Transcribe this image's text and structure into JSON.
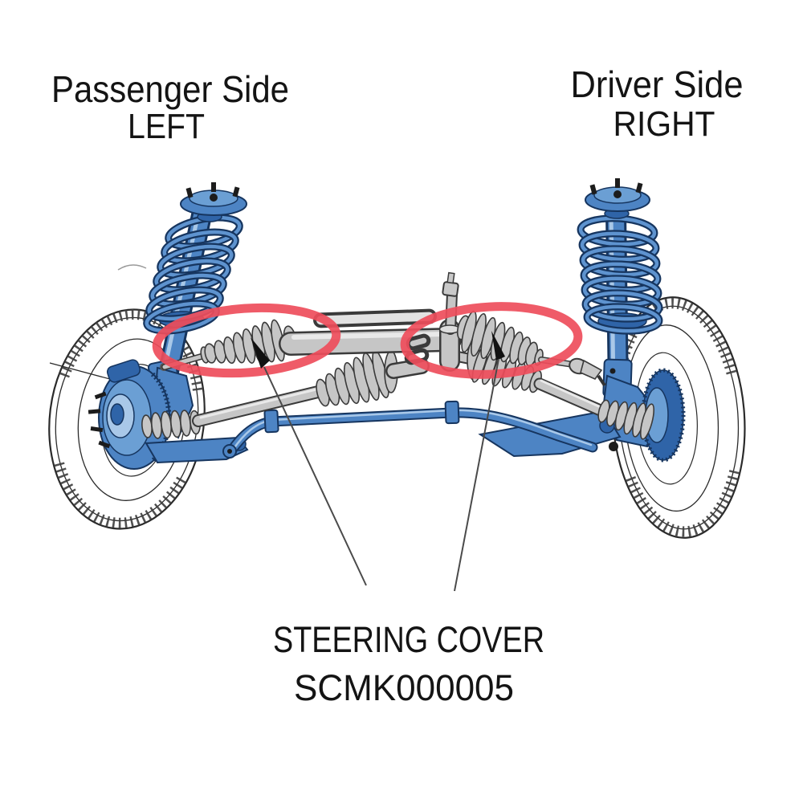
{
  "labels": {
    "passenger_side": {
      "line1": "Passenger Side",
      "line2": "LEFT"
    },
    "driver_side": {
      "line1": "Driver Side",
      "line2": "RIGHT"
    },
    "part_callout": {
      "line1": "STEERING COVER",
      "line2": "SCMK000005"
    }
  },
  "colors": {
    "highlight_red": "#ee4d5b",
    "suspension_blue": "#4d84c4",
    "suspension_blue_dark": "#16355f",
    "suspension_blue_mid": "#2f64a8",
    "suspension_blue_light": "#a9c8e8",
    "metal_grey": "#c6c6c6",
    "metal_grey_dark": "#3a3a3a",
    "metal_grey_light": "#e9e9e9",
    "text_color": "#141414",
    "background": "#ffffff"
  }
}
